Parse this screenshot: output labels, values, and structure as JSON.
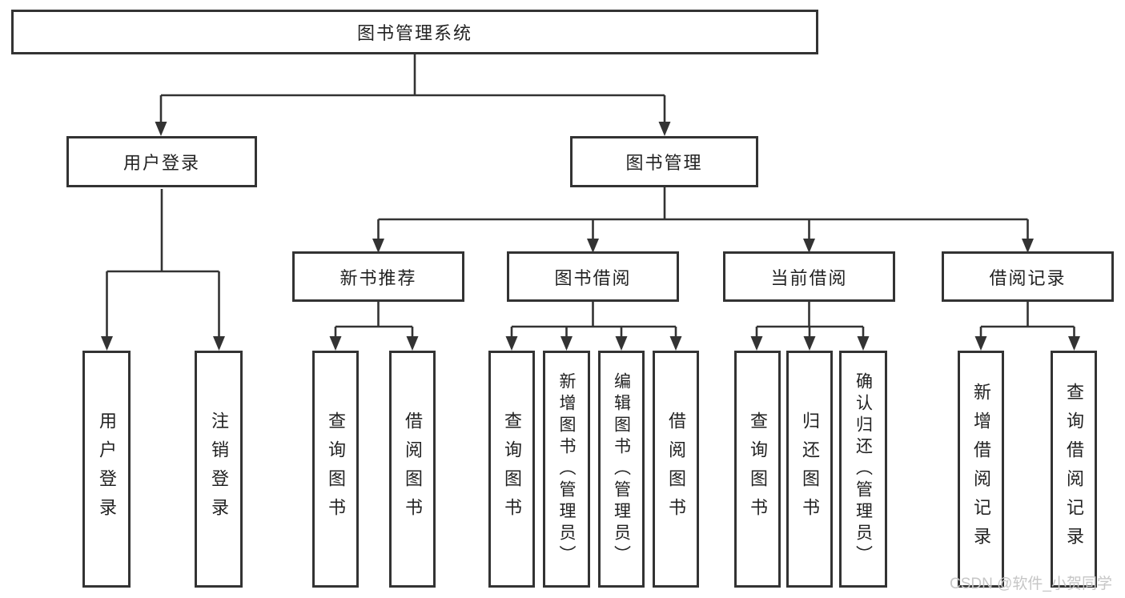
{
  "tree": {
    "root": "图书管理系统",
    "level1": [
      "用户登录",
      "图书管理"
    ],
    "level2": [
      "新书推荐",
      "图书借阅",
      "当前借阅",
      "借阅记录"
    ],
    "leaves_user_login": [
      "用户登录",
      "注销登录"
    ],
    "leaves_new_books": [
      "查询图书",
      "借阅图书"
    ],
    "leaves_book_borrowing": [
      "查询图书",
      "新增图书（管理员）",
      "编辑图书（管理员）",
      "借阅图书"
    ],
    "leaves_current_borrowing": [
      "查询图书",
      "归还图书",
      "确认归还（管理员）"
    ],
    "leaves_borrowing_records": [
      "新增借阅记录",
      "查询借阅记录"
    ]
  },
  "watermark": "CSDN @软件_小贺同学",
  "colors": {
    "line": "#333333",
    "box_border": "#333333",
    "text": "#222222",
    "watermark": "#c6c6c6",
    "background": "#ffffff"
  }
}
